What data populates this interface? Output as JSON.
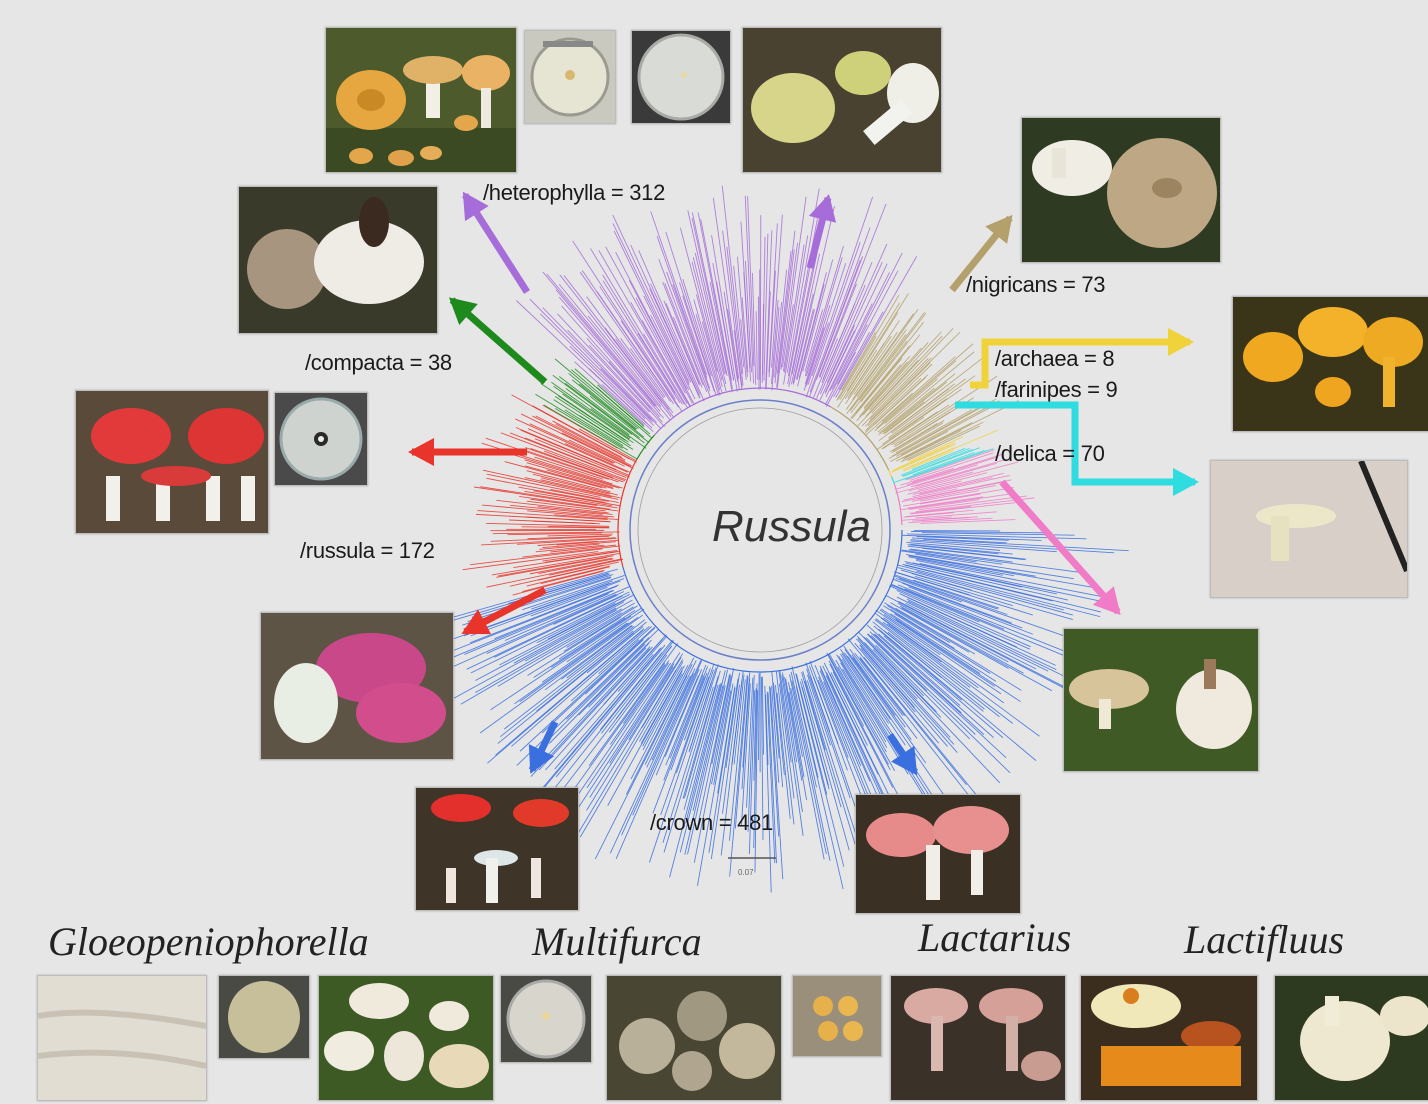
{
  "center_label": "Russula",
  "clade_labels": {
    "heterophylla": "/heterophylla = 312",
    "nigricans": "/nigricans = 73",
    "compacta": "/compacta = 38",
    "archaea": "/archaea = 8",
    "farinipes": "/farinipes = 9",
    "delica": "/delica = 70",
    "russula": "/russula = 172",
    "crown": "/crown = 481"
  },
  "scale_value": "0.07",
  "genus_labels": {
    "gloeo": "Gloeopeniophorella",
    "multifurca": "Multifurca",
    "lactarius": "Lactarius",
    "lactifluus": "Lactifluus"
  },
  "colors": {
    "heterophylla": "#a66cd9",
    "compacta": "#1e8a1e",
    "russula": "#e8342a",
    "crown": "#3a6fe0",
    "nigricans": "#b3a06a",
    "archaea": "#f0d23a",
    "farinipes": "#2fdce0",
    "delica": "#f07cc8",
    "background": "#e6e6e6"
  },
  "icons": [
    "clade-arrow-icon",
    "mushroom-photo",
    "culture-plate-photo"
  ]
}
